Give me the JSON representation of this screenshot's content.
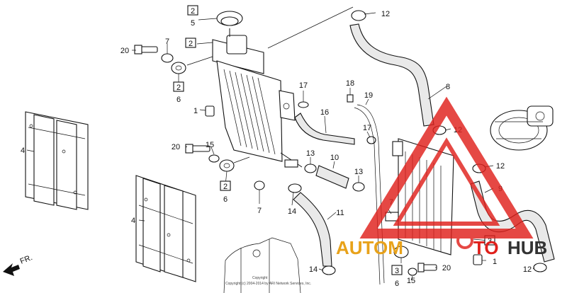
{
  "diagram": {
    "callouts": {
      "c1a": "1",
      "c1b": "1",
      "c2a": "2",
      "c2b": "2",
      "c2c": "2",
      "c2d": "2",
      "c3a": "3",
      "c3b": "3",
      "c4a": "4",
      "c4b": "4",
      "c5": "5",
      "c6a": "6",
      "c6b": "6",
      "c6c": "6",
      "c7a": "7",
      "c7b": "7",
      "c7c": "7",
      "c8": "8",
      "c9": "9",
      "c10": "10",
      "c11": "11",
      "c12a": "12",
      "c12b": "12",
      "c12c": "12",
      "c12d": "12",
      "c13a": "13",
      "c13b": "13",
      "c14a": "14",
      "c14b": "14",
      "c15a": "15",
      "c15b": "15",
      "c16": "16",
      "c17a": "17",
      "c17b": "17",
      "c18": "18",
      "c19": "19",
      "c20a": "20",
      "c20b": "20",
      "c20c": "20"
    },
    "front_label": "FR.",
    "copyright_line1": "Copyright",
    "copyright_line2": "Copyright (c) 2004-2014 by ARI Network Services, Inc."
  },
  "watermark": {
    "text_part1": "AUTOM",
    "text_part2": "TO",
    "text_part3": "HUB",
    "color_red": "#e0201c",
    "color_gold": "#e8a21a"
  }
}
